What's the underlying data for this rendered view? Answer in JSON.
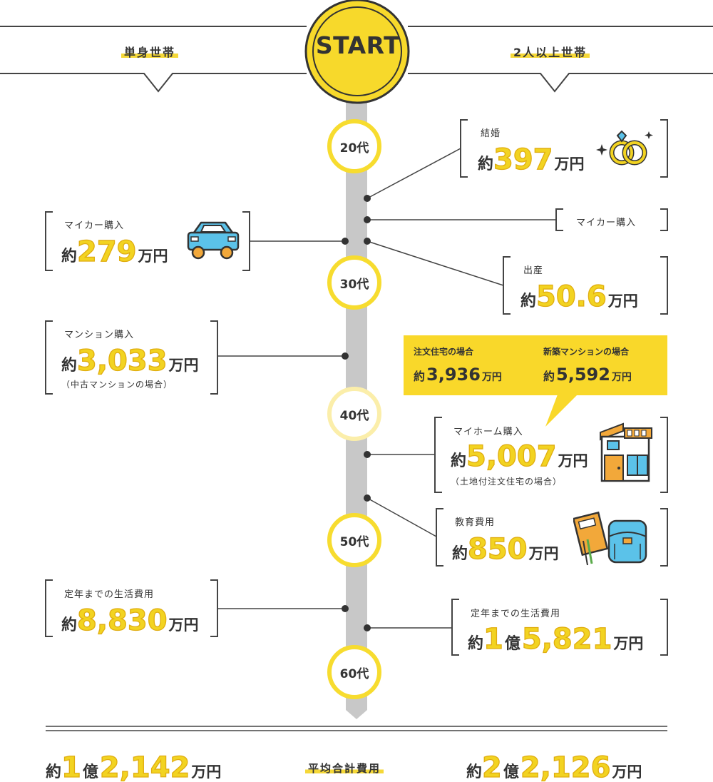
{
  "header": {
    "start": "START",
    "left_label": "単身世帯",
    "right_label": "2人以上世帯"
  },
  "ages": [
    "20代",
    "30代",
    "40代",
    "50代",
    "60代"
  ],
  "left": {
    "car": {
      "title": "マイカー購入",
      "prefix": "約",
      "value": "279",
      "unit": "万円",
      "icon": "car-icon"
    },
    "mansion": {
      "title": "マンション購入",
      "prefix": "約",
      "value": "3,033",
      "unit": "万円",
      "note": "（中古マンションの場合）"
    },
    "living": {
      "title": "定年までの生活費用",
      "prefix": "約",
      "value": "8,830",
      "unit": "万円"
    }
  },
  "right": {
    "marriage": {
      "title": "結婚",
      "prefix": "約",
      "value": "397",
      "unit": "万円",
      "icon": "rings-icon"
    },
    "car": {
      "title": "マイカー購入"
    },
    "birth": {
      "title": "出産",
      "prefix": "約",
      "value": "50.6",
      "unit": "万円"
    },
    "callout": {
      "left_label": "注文住宅の場合",
      "left_prefix": "約",
      "left_value": "3,936",
      "left_unit": "万円",
      "right_label": "新築マンションの場合",
      "right_prefix": "約",
      "right_value": "5,592",
      "right_unit": "万円"
    },
    "home": {
      "title": "マイホーム購入",
      "prefix": "約",
      "value": "5,007",
      "unit": "万円",
      "note": "（土地付注文住宅の場合）",
      "icon": "house-icon"
    },
    "education": {
      "title": "教育費用",
      "prefix": "約",
      "value": "850",
      "unit": "万円",
      "icon": "school-supplies-icon"
    },
    "living": {
      "title": "定年までの生活費用",
      "prefix": "約",
      "oku_value": "1",
      "oku": "億",
      "value": "5,821",
      "unit": "万円"
    }
  },
  "footer": {
    "label": "平均合計費用",
    "left": {
      "prefix": "約",
      "oku_value": "1",
      "oku": "億",
      "value": "2,142",
      "unit": "万円"
    },
    "right": {
      "prefix": "約",
      "oku_value": "2",
      "oku": "億",
      "value": "2,126",
      "unit": "万円"
    }
  },
  "colors": {
    "accent": "#f7dc2f",
    "callout": "#f9d82a",
    "timeline": "#c8c8c8",
    "ink": "#333333"
  }
}
